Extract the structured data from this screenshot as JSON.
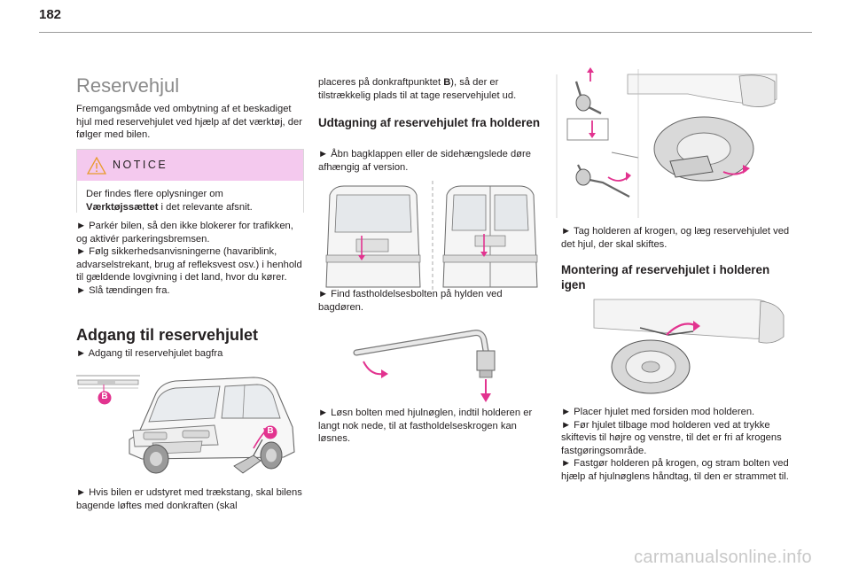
{
  "page": {
    "number": "182"
  },
  "col1": {
    "title": "Reservehjul",
    "intro": "Fremgangsmåde ved ombytning af et beskadiget hjul med reservehjulet ved hjælp af det værktøj, der følger med bilen.",
    "notice": {
      "label": "NOTICE",
      "text_pre": "Der findes flere oplysninger om ",
      "text_bold": "Værktøjssættet",
      "text_post": " i det relevante afsnit."
    },
    "steps": [
      "► Parkér bilen, så den ikke blokerer for trafikken, og aktivér parkeringsbremsen.",
      "► Følg sikkerhedsanvisningerne (havariblink, advarselstrekant, brug af refleksvest osv.) i henhold til gældende lovgivning i det land, hvor du kører.",
      "► Slå tændingen fra."
    ],
    "heading2": "Adgang til reservehjulet",
    "access_step": "► Adgang til reservehjulet bagfra",
    "marker_label": "B",
    "tow_text": "► Hvis bilen er udstyret med trækstang, skal bilens bagende løftes med donkraften (skal"
  },
  "col2": {
    "cont_pre": "placeres på donkraftpunktet ",
    "cont_bold": "B",
    "cont_post": "), så der er tilstrækkelig plads til at tage reservehjulet ud.",
    "heading": "Udtagning af reservehjulet fra holderen",
    "step1": "► Åbn bagklappen eller de sidehængslede døre afhængig af version.",
    "step2": "► Find fastholdelsesbolten på hylden ved bagdøren.",
    "step3": "► Løsn bolten med hjulnøglen, indtil holderen er langt nok nede, til at fastholdelseskrogen kan løsnes."
  },
  "col3": {
    "step1": "► Tag holderen af krogen, og læg reservehjulet ved det hjul, der skal skiftes.",
    "heading": "Montering af reservehjulet i holderen igen",
    "steps": [
      "► Placer hjulet med forsiden mod holderen.",
      "► Før hjulet tilbage mod holderen ved at trykke skiftevis til højre og venstre, til det er fri af krogens fastgøringsområde.",
      "► Fastgør holderen på krogen, og stram bolten ved hjælp af hjulnøglens håndtag, til den er strammet til."
    ]
  },
  "footer": {
    "watermark": "carmanualsonline.info"
  },
  "colors": {
    "accent_magenta": "#e2338f",
    "notice_bg": "#f4c9ee",
    "title_grey": "#8a8a8a"
  }
}
